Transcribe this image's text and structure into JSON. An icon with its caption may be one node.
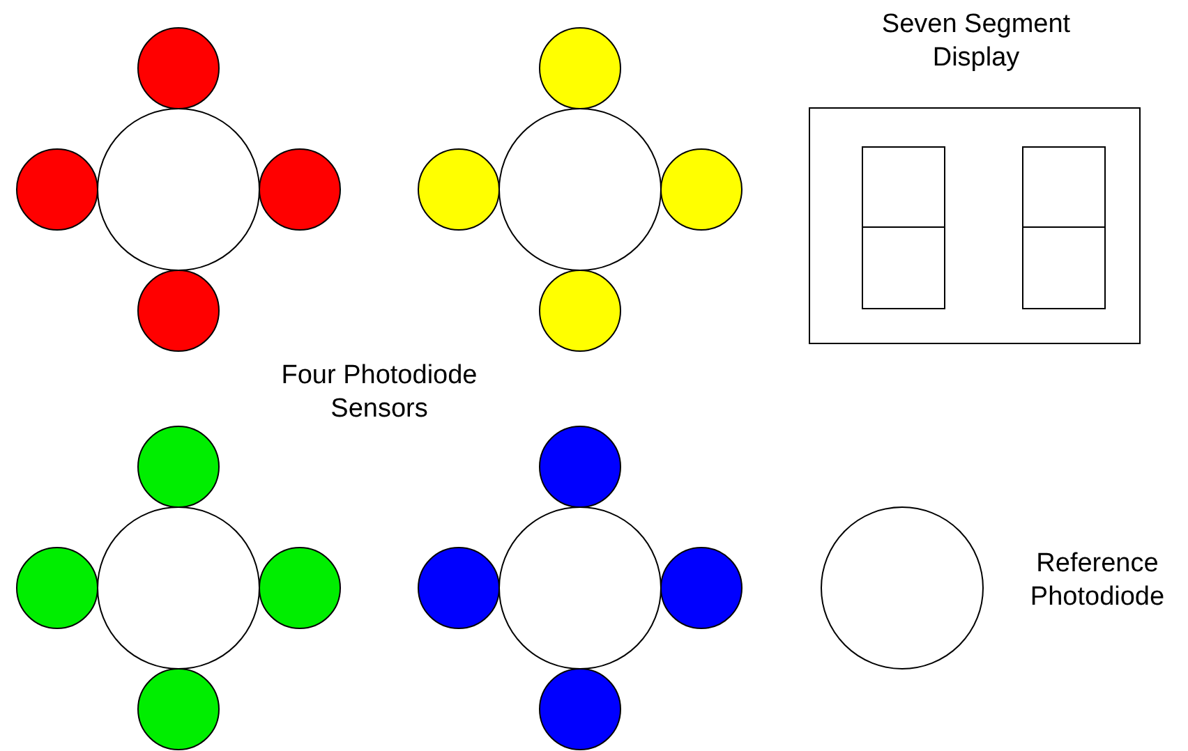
{
  "diagram": {
    "nodes": [
      {
        "text": [
          "Seven Segment Display"
        ]
      },
      {
        "text": [],
        "shape": "circle",
        "beside": [
          "Reference Photodiode"
        ]
      }
    ],
    "labels": [
      "Four Photodiode Sensors"
    ]
  }
}
